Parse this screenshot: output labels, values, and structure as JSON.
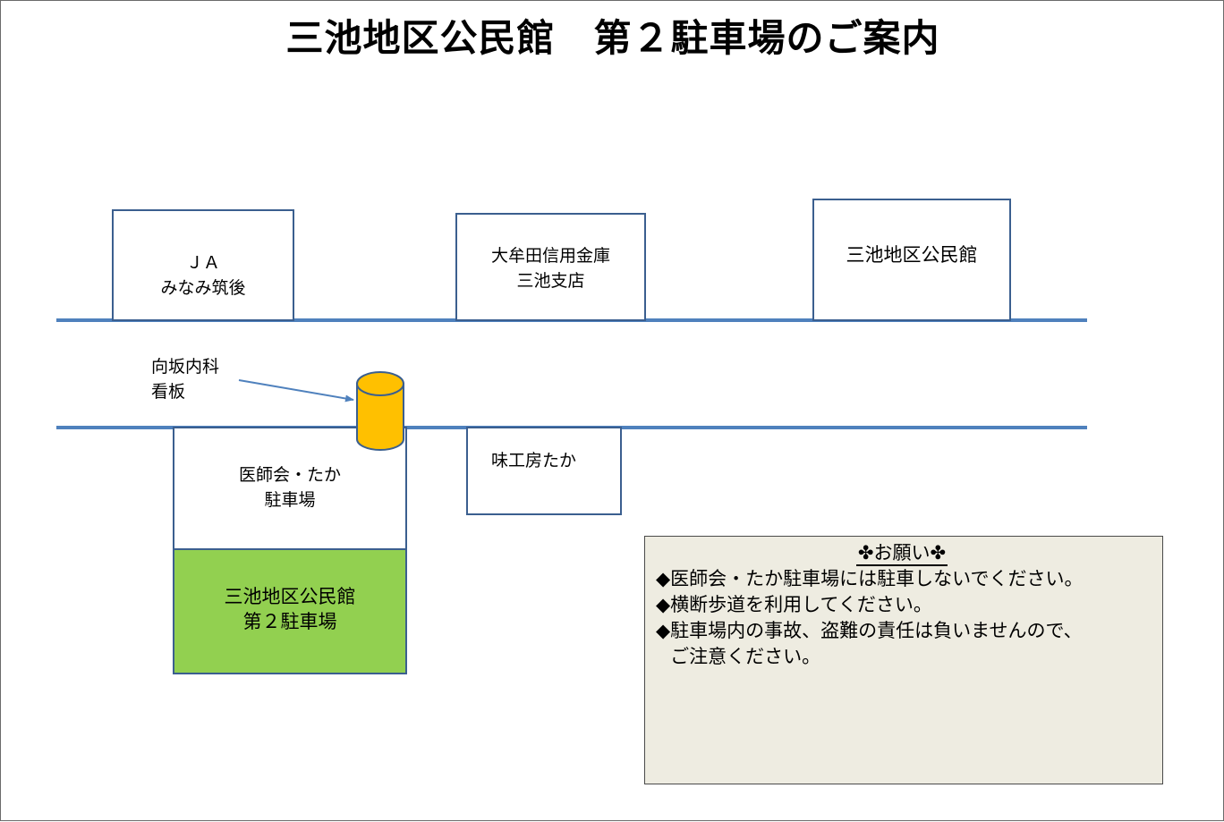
{
  "title": "三池地区公民館　第２駐車場のご案内",
  "colors": {
    "road": "#4f81bd",
    "building_border": "#3b5f8f",
    "parking_fill": "#92d050",
    "sign_fill": "#ffc000",
    "notice_background": "#eeece1"
  },
  "buildings": {
    "ja": {
      "line1": "ＪＡ",
      "line2": "みなみ筑後"
    },
    "bank": {
      "line1": "大牟田信用金庫",
      "line2": "三池支店"
    },
    "hall": {
      "line1": "三池地区公民館"
    },
    "medical_parking": {
      "line1": "医師会・たか",
      "line2": "駐車場"
    },
    "restaurant": {
      "line1": "味工房たか"
    },
    "second_parking": {
      "line1": "三池地区公民館",
      "line2": "第２駐車場"
    }
  },
  "sign": {
    "icon": "cylinder-sign-icon",
    "label_line1": "向坂内科",
    "label_line2": "看板"
  },
  "notice": {
    "title": "✤お願い✤",
    "bullet": "◆",
    "items": [
      {
        "line1": "医師会・たか駐車場には駐車しないでください。",
        "line2": ""
      },
      {
        "line1": "横断歩道を利用してください。",
        "line2": ""
      },
      {
        "line1": "駐車場内の事故、盗難の責任は負いませんので、",
        "line2": "ご注意ください。"
      }
    ]
  }
}
